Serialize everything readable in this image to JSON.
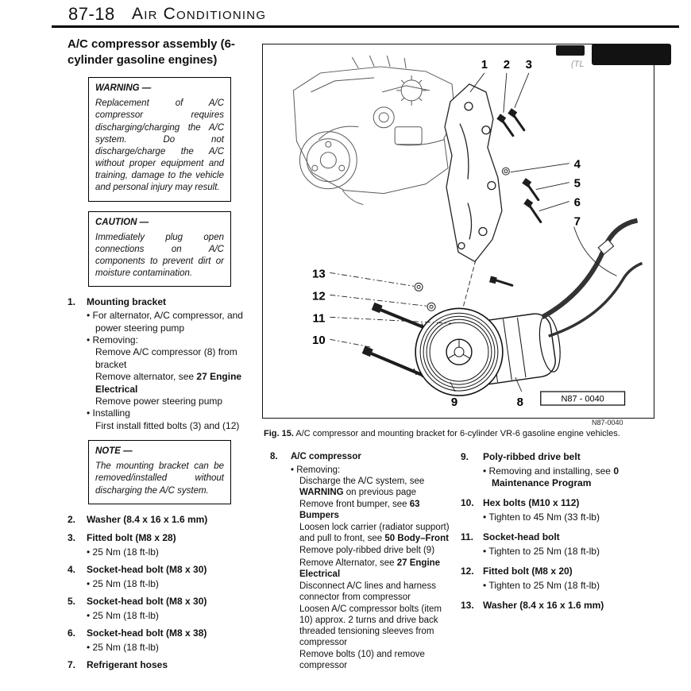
{
  "header": {
    "page_number": "87-18",
    "section": "Air Conditioning"
  },
  "artifact": {
    "text": "(TL"
  },
  "left": {
    "title": "A/C compressor assembly (6-cylinder gasoline engines)",
    "warning": {
      "label": "WARNING —",
      "body": "Replacement of A/C compressor requires discharging/charging the A/C system. Do not discharge/charge the A/C without proper equipment and training, damage to the vehicle and personal injury may result."
    },
    "caution": {
      "label": "CAUTION —",
      "body": "Immediately plug open connections on A/C components to prevent dirt or moisture contamination."
    },
    "item1": {
      "num": "1.",
      "title": "Mounting bracket",
      "bullet1": "For alternator, A/C compressor, and power steering pump",
      "bullet2": "Removing:",
      "removing_lines": [
        {
          "pre": "Remove A/C compressor (8) from bracket",
          "bold": ""
        },
        {
          "pre": "Remove alternator, see ",
          "bold": "27 Engine Electrical"
        },
        {
          "pre": "Remove power steering pump",
          "bold": ""
        }
      ],
      "bullet3": "Installing",
      "installing_lines": [
        {
          "pre": "First install fitted bolts (3) and (12)",
          "bold": ""
        }
      ]
    },
    "note": {
      "label": "NOTE —",
      "body": "The mounting bracket can be removed/installed without discharging the A/C system."
    },
    "parts": [
      {
        "num": "2.",
        "title": "Washer (8.4 x 16 x 1.6 mm)",
        "torque": ""
      },
      {
        "num": "3.",
        "title": "Fitted bolt (M8 x 28)",
        "torque": "25 Nm (18 ft-lb)"
      },
      {
        "num": "4.",
        "title": "Socket-head bolt (M8 x 30)",
        "torque": "25 Nm (18 ft-lb)"
      },
      {
        "num": "5.",
        "title": "Socket-head bolt (M8 x 30)",
        "torque": "25 Nm (18 ft-lb)"
      },
      {
        "num": "6.",
        "title": "Socket-head bolt (M8 x 38)",
        "torque": "25 Nm (18 ft-lb)"
      },
      {
        "num": "7.",
        "title": "Refrigerant hoses",
        "torque": ""
      }
    ]
  },
  "figure": {
    "plate_label": "N87 - 0040",
    "plate_ref": "N87-0040",
    "caption_bold": "Fig. 15.",
    "caption_text": " A/C compressor and mounting bracket for 6-cylinder VR-6 gasoline engine vehicles.",
    "callouts": [
      "1",
      "2",
      "3",
      "4",
      "5",
      "6",
      "7",
      "8",
      "9",
      "10",
      "11",
      "12",
      "13"
    ]
  },
  "middle": {
    "item8": {
      "num": "8.",
      "title": "A/C compressor",
      "bullet": "Removing:",
      "steps": [
        {
          "pre": "Discharge the A/C system, see ",
          "bold": "WARNING",
          "post": " on previous page"
        },
        {
          "pre": "Remove front bumper, see ",
          "bold": "63 Bumpers",
          "post": ""
        },
        {
          "pre": "Loosen lock carrier (radiator support) and pull to front, see ",
          "bold": "50 Body–Front",
          "post": ""
        },
        {
          "pre": "Remove poly-ribbed drive belt (9)",
          "bold": "",
          "post": ""
        },
        {
          "pre": "Remove Alternator, see ",
          "bold": "27 Engine Electrical",
          "post": ""
        },
        {
          "pre": "Disconnect A/C lines and harness connector from compressor",
          "bold": "",
          "post": ""
        },
        {
          "pre": "Loosen A/C compressor bolts (item 10) approx. 2 turns and drive back threaded tensioning sleeves from compressor",
          "bold": "",
          "post": ""
        },
        {
          "pre": "Remove bolts (10) and remove compressor",
          "bold": "",
          "post": ""
        }
      ]
    }
  },
  "right": {
    "items": [
      {
        "num": "9.",
        "title": "Poly-ribbed drive belt",
        "bullet_pre": "Removing and installing, see ",
        "bullet_bold": "0 Maintenance Program"
      },
      {
        "num": "10.",
        "title": "Hex bolts (M10 x 112)",
        "bullet_pre": "Tighten to 45 Nm (33 ft-lb)",
        "bullet_bold": ""
      },
      {
        "num": "11.",
        "title": "Socket-head bolt",
        "bullet_pre": "Tighten to 25 Nm (18 ft-lb)",
        "bullet_bold": ""
      },
      {
        "num": "12.",
        "title": "Fitted bolt (M8 x 20)",
        "bullet_pre": "Tighten to 25 Nm (18 ft-lb)",
        "bullet_bold": ""
      },
      {
        "num": "13.",
        "title": "Washer (8.4 x 16 x 1.6 mm)",
        "bullet_pre": "",
        "bullet_bold": ""
      }
    ]
  }
}
